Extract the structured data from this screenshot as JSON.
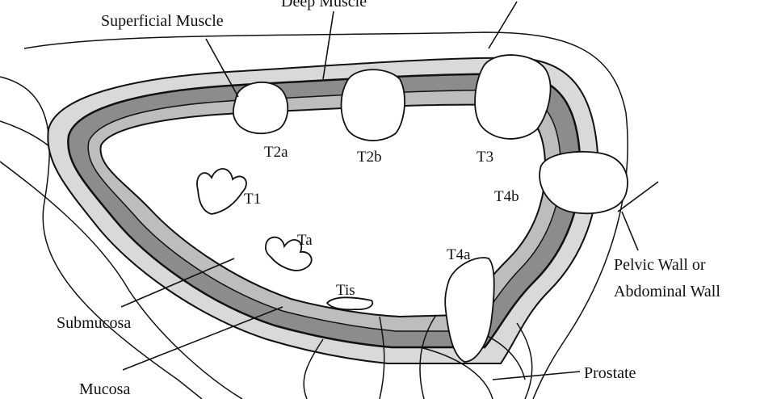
{
  "labels": {
    "superficial_muscle": "Superficial Muscle",
    "deep_muscle": "Deep Muscle",
    "submucosa": "Submucosa",
    "mucosa": "Mucosa",
    "pelvic_wall_line1": "Pelvic Wall or",
    "pelvic_wall_line2": "Abdominal Wall",
    "prostate": "Prostate"
  },
  "stages": {
    "t2a": "T2a",
    "t2b": "T2b",
    "t3": "T3",
    "t4b": "T4b",
    "t1": "T1",
    "ta": "Ta",
    "t4a": "T4a",
    "tis": "Tis"
  },
  "colors": {
    "ink": "#111111",
    "muscle_fill": "#8c8c8c",
    "layer_fill": "#d9d9d9",
    "background": "#ffffff"
  }
}
